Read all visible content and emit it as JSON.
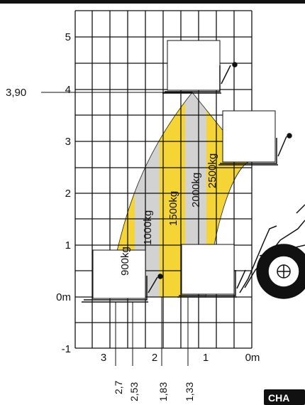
{
  "diagram": {
    "y_ticks": [
      "5",
      "4",
      "3",
      "2",
      "1",
      "0m",
      "-1"
    ],
    "x_ticks": [
      "3",
      "2",
      "1",
      "0m"
    ],
    "max_height_label": "3,90",
    "reach_labels": [
      "2,7",
      "2,53",
      "1,83",
      "1,33"
    ],
    "load_zones": [
      "900kg",
      "1000kg",
      "1500kg",
      "2000kg",
      "2500kg"
    ],
    "badge": "CHA",
    "colors": {
      "yellow": "#f5d535",
      "gray": "#d2d2d2",
      "grid": "#111111"
    }
  }
}
